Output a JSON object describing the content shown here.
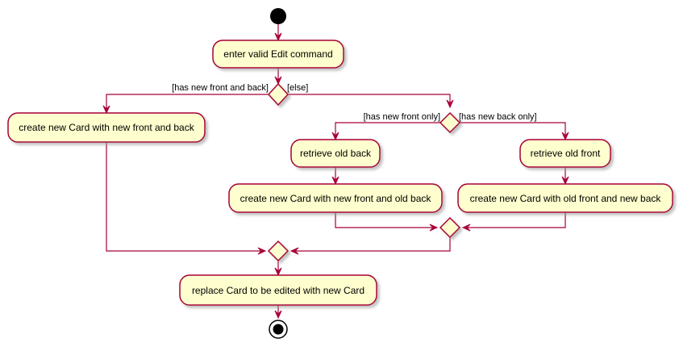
{
  "colors": {
    "border": "#A80036",
    "fill": "#FEFECE",
    "start": "#000000",
    "shadow": "#cccccc"
  },
  "activities": {
    "enter_edit": "enter valid Edit command",
    "create_front_back": "create new Card with new front and back",
    "retrieve_old_back": "retrieve old back",
    "retrieve_old_front": "retrieve old front",
    "create_front_oldback": "create new Card with new front and old back",
    "create_oldfront_back": "create new Card with old front and new back",
    "replace_card": "replace Card to be edited with new Card"
  },
  "guards": {
    "has_new_front_and_back": "[has new front and back]",
    "else": "[else]",
    "has_new_front_only": "[has new front only]",
    "has_new_back_only": "[has new back only]"
  }
}
